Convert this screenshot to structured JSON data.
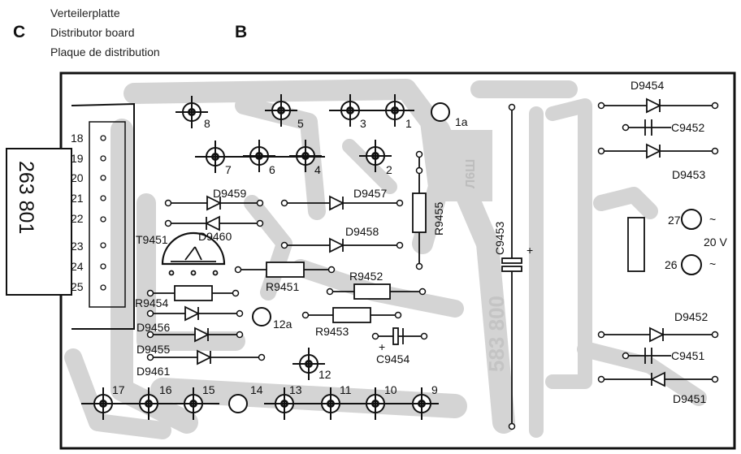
{
  "header": {
    "corner_letter_left": "C",
    "corner_letter_right": "B",
    "title_de": "Verteilerplatte",
    "title_en": "Distributor board",
    "title_fr": "Plaque de distribution"
  },
  "board": {
    "part_number_side": "263 801",
    "part_number_copper": "583 800",
    "copper_mark": "Л6Ш",
    "connector_pins": [
      "18",
      "19",
      "20",
      "21",
      "22",
      "23",
      "24",
      "25"
    ],
    "terminals": [
      "8",
      "5",
      "3",
      "1",
      "1a",
      "7",
      "6",
      "4",
      "2",
      "12a",
      "12",
      "17",
      "16",
      "15",
      "14",
      "13",
      "11",
      "10",
      "9",
      "27",
      "26"
    ],
    "voltage_label": "20 V",
    "tilde": "~",
    "plus": "+",
    "components": {
      "diodes": [
        "D9454",
        "D9453",
        "D9459",
        "D9457",
        "D9458",
        "D9460",
        "D9456",
        "D9455",
        "D9461",
        "D9452",
        "D9451"
      ],
      "capacitors": [
        "C9452",
        "C9453",
        "C9454",
        "C9451"
      ],
      "resistors": [
        "R9455",
        "R9451",
        "R9452",
        "R9454",
        "R9453"
      ],
      "transistor": "T9451"
    }
  },
  "colors": {
    "background": "#ffffff",
    "copper": "#d4d4d4",
    "ink": "#111111"
  }
}
